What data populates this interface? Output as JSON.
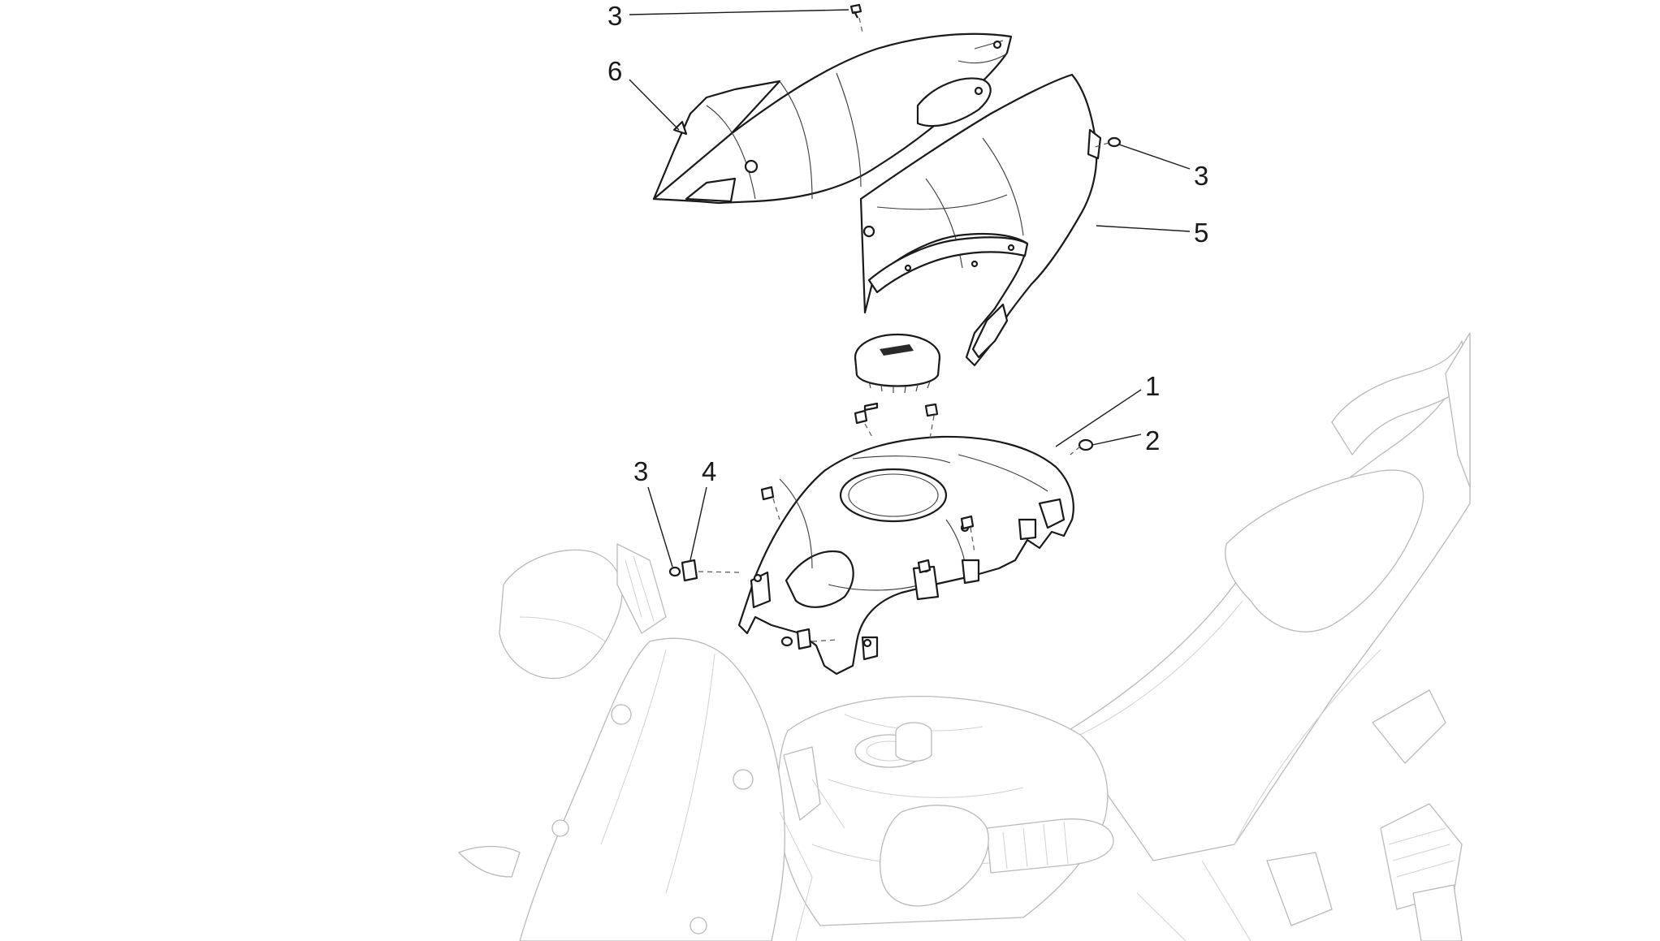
{
  "callouts": [
    {
      "id": "cover-screw-top",
      "label": "3"
    },
    {
      "id": "left-side-panel",
      "label": "6"
    },
    {
      "id": "right-side-screw",
      "label": "3"
    },
    {
      "id": "right-side-panel",
      "label": "5"
    },
    {
      "id": "tank-cover",
      "label": "1"
    },
    {
      "id": "rubber-grommet",
      "label": "2"
    },
    {
      "id": "front-screw",
      "label": "3"
    },
    {
      "id": "clip-nut",
      "label": "4"
    }
  ]
}
